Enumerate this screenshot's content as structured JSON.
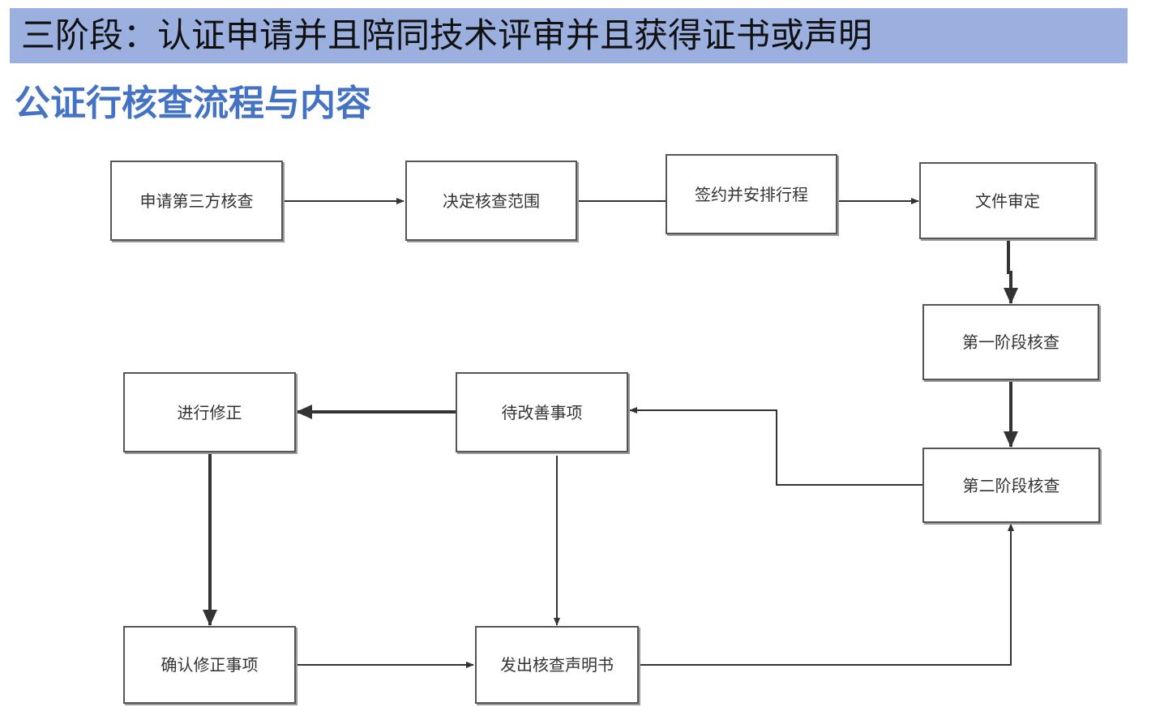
{
  "header": {
    "title": "三阶段：认证申请并且陪同技术评审并且获得证书或声明"
  },
  "subtitle": "公证行核查流程与内容",
  "colors": {
    "header_band": "#9cb0e0",
    "subtitle": "#4472c4",
    "box_border": "#555555",
    "connector": "#333333"
  },
  "steps": {
    "apply": "申请第三方核查",
    "scope": "决定核查范围",
    "sign": "签约并安排行程",
    "doc_review": "文件审定",
    "stage1": "第一阶段核查",
    "stage2": "第二阶段核查",
    "pending": "待改善事项",
    "correct": "进行修正",
    "confirm": "确认修正事项",
    "issue": "发出核查声明书"
  }
}
